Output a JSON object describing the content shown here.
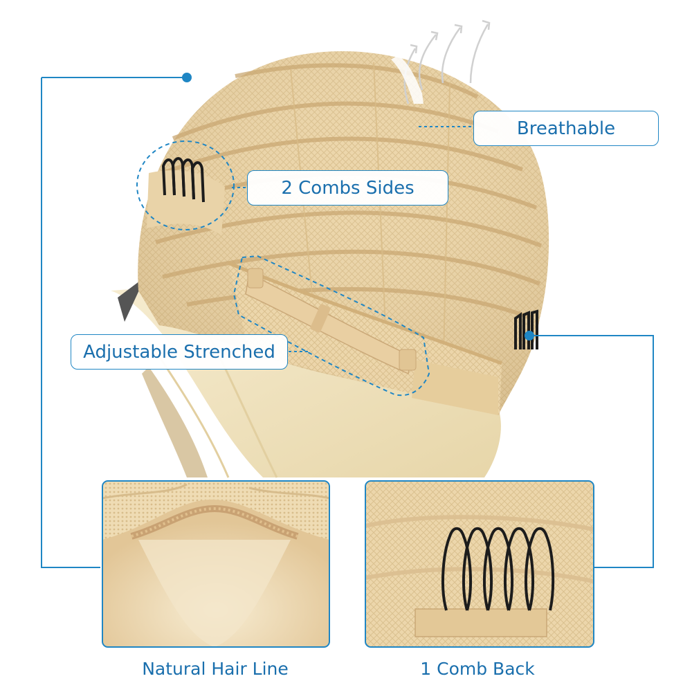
{
  "callouts": {
    "breathable": "Breathable",
    "combs_sides": "2 Combs Sides",
    "adjustable": "Adjustable Strenched"
  },
  "bottom_labels": {
    "left": "Natural Hair Line",
    "right": "1 Comb Back"
  },
  "colors": {
    "accent_blue": "#1f86c4",
    "label_blue": "#1a6fad",
    "lace_beige": "#ecd7ad",
    "hair_blonde": "#f3e7c4",
    "comb_black": "#1c1c1c"
  },
  "icons": [
    "airflow-arrows-icon",
    "comb-icon"
  ]
}
